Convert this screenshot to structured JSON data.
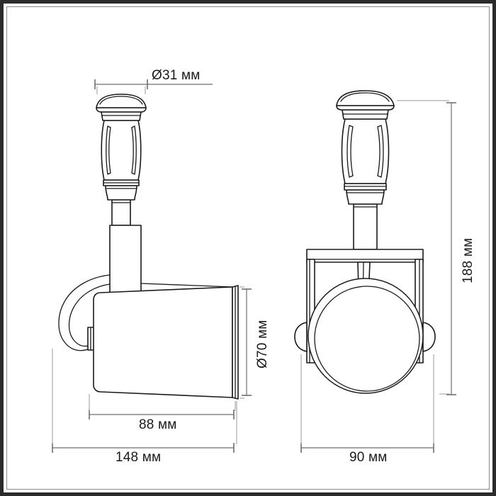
{
  "drawing": {
    "type": "technical-dimension-drawing",
    "subject": "track spotlight luminaire",
    "units": "mm",
    "views": [
      {
        "name": "side-view",
        "position": "left"
      },
      {
        "name": "front-view",
        "position": "right"
      }
    ]
  },
  "dimensions": {
    "diameter_top": "Ø31 мм",
    "diameter_shade": "Ø70 мм",
    "shade_length": "88 мм",
    "overall_length": "148 мм",
    "overall_height": "188 мм",
    "front_width": "90 мм"
  },
  "colors": {
    "frame_outer": "#2b2b2b",
    "frame_inner": "#8a8a8a",
    "line": "#1a1a1a",
    "dimension_line": "#6e6e6e",
    "background": "#ffffff"
  }
}
